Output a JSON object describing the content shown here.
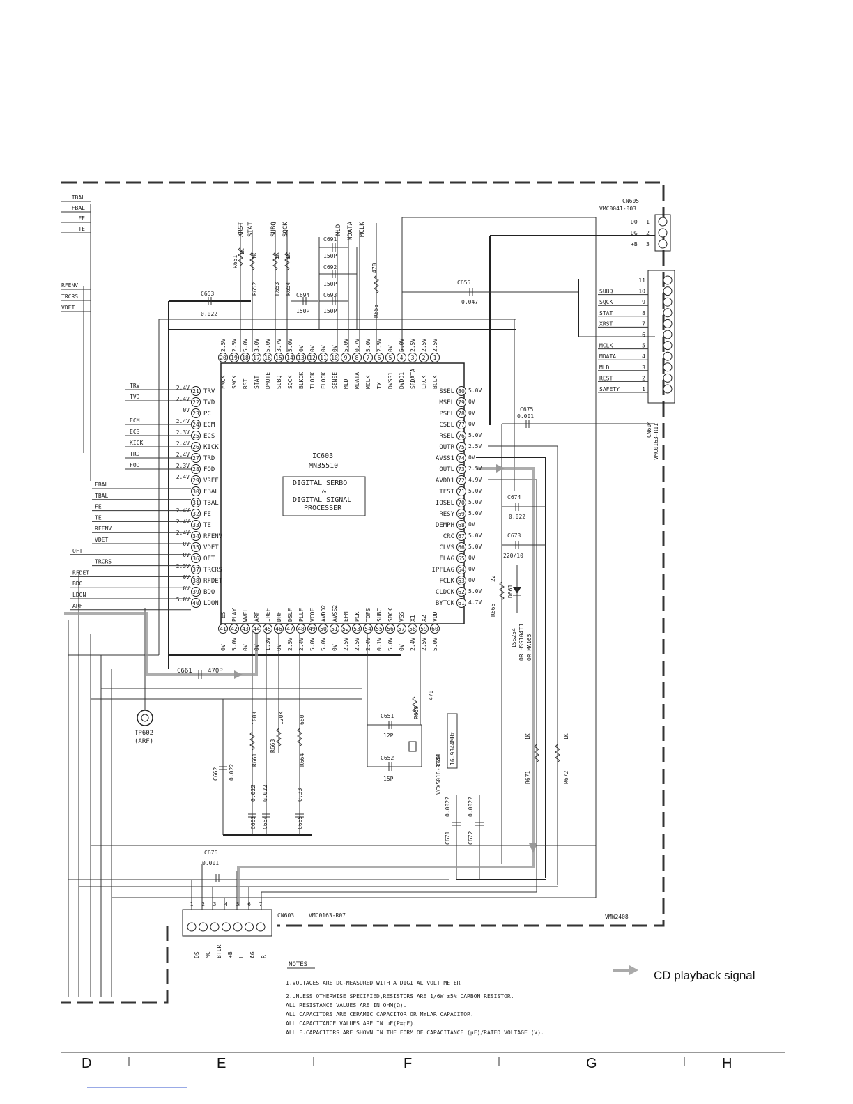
{
  "ic": {
    "ref": "IC603",
    "part": "MN35510",
    "function_lines": [
      "DIGITAL SERBO",
      "&",
      "DIGITAL SIGNAL",
      "PROCESSER"
    ],
    "top_pins": [
      {
        "n": 20,
        "name": "FMCK",
        "v": "2.5V"
      },
      {
        "n": 19,
        "name": "SMCK",
        "v": "2.5V"
      },
      {
        "n": 18,
        "name": "RST",
        "v": "5.0V"
      },
      {
        "n": 17,
        "name": "STAT",
        "v": "3.0V"
      },
      {
        "n": 16,
        "name": "DMUTE",
        "v": "5.0V"
      },
      {
        "n": 15,
        "name": "SUBQ",
        "v": "3.7V"
      },
      {
        "n": 14,
        "name": "SQCK",
        "v": "5.0V"
      },
      {
        "n": 13,
        "name": "BLKCK",
        "v": "0V"
      },
      {
        "n": 12,
        "name": "TLOCK",
        "v": "0V"
      },
      {
        "n": 11,
        "name": "FLOCK",
        "v": "0V"
      },
      {
        "n": 10,
        "name": "SENSE",
        "v": "0V"
      },
      {
        "n": 9,
        "name": "MLD",
        "v": "5.0V"
      },
      {
        "n": 8,
        "name": "MDATA",
        "v": "0.7V"
      },
      {
        "n": 7,
        "name": "MCLK",
        "v": "5.0V"
      },
      {
        "n": 6,
        "name": "TX",
        "v": "2.5V"
      },
      {
        "n": 5,
        "name": "DVSS1",
        "v": "0V"
      },
      {
        "n": 4,
        "name": "DVDD1",
        "v": "5.0V"
      },
      {
        "n": 3,
        "name": "SRDATA",
        "v": "2.5V"
      },
      {
        "n": 2,
        "name": "LRCK",
        "v": "2.5V"
      },
      {
        "n": 1,
        "name": "BCLK",
        "v": "2.5V"
      }
    ],
    "left_pins": [
      {
        "n": 21,
        "name": "TRV",
        "v": "2.4V"
      },
      {
        "n": 22,
        "name": "TVD",
        "v": "2.4V"
      },
      {
        "n": 23,
        "name": "PC",
        "v": "0V"
      },
      {
        "n": 24,
        "name": "ECM",
        "v": "2.4V"
      },
      {
        "n": 25,
        "name": "ECS",
        "v": "2.3V"
      },
      {
        "n": 26,
        "name": "KICK",
        "v": "2.4V"
      },
      {
        "n": 27,
        "name": "TRD",
        "v": "2.4V"
      },
      {
        "n": 28,
        "name": "FOD",
        "v": "2.3V"
      },
      {
        "n": 29,
        "name": "VREF",
        "v": "2.4V"
      },
      {
        "n": 30,
        "name": "FBAL",
        "v": ""
      },
      {
        "n": 31,
        "name": "TBAL",
        "v": ""
      },
      {
        "n": 32,
        "name": "FE",
        "v": "2.4V"
      },
      {
        "n": 33,
        "name": "TE",
        "v": "2.4V"
      },
      {
        "n": 34,
        "name": "RFENV",
        "v": "2.4V"
      },
      {
        "n": 35,
        "name": "VDET",
        "v": "0V"
      },
      {
        "n": 36,
        "name": "OFT",
        "v": "0V"
      },
      {
        "n": 37,
        "name": "TRCRS",
        "v": "2.3V"
      },
      {
        "n": 38,
        "name": "RFDET",
        "v": "0V"
      },
      {
        "n": 39,
        "name": "BDO",
        "v": "0V"
      },
      {
        "n": 40,
        "name": "LDON",
        "v": "5.0V"
      }
    ],
    "right_pins": [
      {
        "n": 80,
        "name": "SSEL",
        "v": "5.0V"
      },
      {
        "n": 79,
        "name": "MSEL",
        "v": "0V"
      },
      {
        "n": 78,
        "name": "PSEL",
        "v": "0V"
      },
      {
        "n": 77,
        "name": "CSEL",
        "v": "0V"
      },
      {
        "n": 76,
        "name": "RSEL",
        "v": "5.0V"
      },
      {
        "n": 75,
        "name": "OUTR",
        "v": "2.5V"
      },
      {
        "n": 74,
        "name": "AVSS1",
        "v": "0V"
      },
      {
        "n": 73,
        "name": "OUTL",
        "v": "2.5V"
      },
      {
        "n": 72,
        "name": "AVDD1",
        "v": "4.9V"
      },
      {
        "n": 71,
        "name": "TEST",
        "v": "5.0V"
      },
      {
        "n": 70,
        "name": "IOSEL",
        "v": "5.0V"
      },
      {
        "n": 69,
        "name": "RESY",
        "v": "5.0V"
      },
      {
        "n": 68,
        "name": "DEMPH",
        "v": "0V"
      },
      {
        "n": 67,
        "name": "CRC",
        "v": "5.0V"
      },
      {
        "n": 66,
        "name": "CLVS",
        "v": "5.0V"
      },
      {
        "n": 65,
        "name": "FLAG",
        "v": "0V"
      },
      {
        "n": 64,
        "name": "IPFLAG",
        "v": "0V"
      },
      {
        "n": 63,
        "name": "FCLK",
        "v": "0V"
      },
      {
        "n": 62,
        "name": "CLDCK",
        "v": "5.0V"
      },
      {
        "n": 61,
        "name": "BYTCK",
        "v": "4.7V"
      }
    ],
    "bottom_pins": [
      {
        "n": 41,
        "name": "TES",
        "v": "0V"
      },
      {
        "n": 42,
        "name": "PLAY",
        "v": "5.0V"
      },
      {
        "n": 43,
        "name": "WVEL",
        "v": "0V"
      },
      {
        "n": 44,
        "name": "ARF",
        "v": "0V"
      },
      {
        "n": 45,
        "name": "IREF",
        "v": "1.3V"
      },
      {
        "n": 46,
        "name": "DRF",
        "v": "0V"
      },
      {
        "n": 47,
        "name": "DSLF",
        "v": "2.5V"
      },
      {
        "n": 48,
        "name": "PLLF",
        "v": "2.4V"
      },
      {
        "n": 49,
        "name": "VCOF",
        "v": "5.0V"
      },
      {
        "n": 50,
        "name": "AVDD2",
        "v": "5.0V"
      },
      {
        "n": 51,
        "name": "AVSS2",
        "v": "0V"
      },
      {
        "n": 52,
        "name": "EFM",
        "v": "2.5V"
      },
      {
        "n": 53,
        "name": "PCK",
        "v": "2.5V"
      },
      {
        "n": 54,
        "name": "TOFS",
        "v": "2.4V"
      },
      {
        "n": 55,
        "name": "SUBC",
        "v": "0.1V"
      },
      {
        "n": 56,
        "name": "SBCK",
        "v": "5.0V"
      },
      {
        "n": 57,
        "name": "VSS",
        "v": "0V"
      },
      {
        "n": 58,
        "name": "X1",
        "v": "2.4V"
      },
      {
        "n": 59,
        "name": "X2",
        "v": "2.5V"
      },
      {
        "n": 60,
        "name": "VDD",
        "v": "5.0V"
      }
    ]
  },
  "left_nets_top": [
    "TBAL",
    "FBAL",
    "FE",
    "TE",
    "RFENV",
    "TRCRS",
    "VDET"
  ],
  "left_nets_mid": [
    "TRV",
    "TVD",
    "ECM",
    "ECS",
    "KICK",
    "TRD",
    "FOD"
  ],
  "left_nets_low": [
    "FBAL",
    "TBAL",
    "FE",
    "TE",
    "RFENV",
    "VDET",
    "OFT",
    "TRCRS",
    "RFDET",
    "BDO",
    "LDON",
    "ARF"
  ],
  "top_labels": [
    "XRST",
    "STAT",
    "SUBQ",
    "SQCK",
    "MLD",
    "MDATA",
    "MCLK"
  ],
  "components": {
    "R651": "R651",
    "R651v": "1K",
    "R652": "R652",
    "R652v": "1K",
    "R653": "R653",
    "R653v": "1K",
    "R654": "R654",
    "R654v": "1K",
    "R655": "R655",
    "R655v": "470",
    "C691": "C691",
    "C691v": "150P",
    "C692": "C692",
    "C692v": "150P",
    "C693": "C693",
    "C693v": "150P",
    "C694": "C694",
    "C694v": "150P",
    "C653": "C653",
    "C653v": "0.022",
    "C655": "C655",
    "C655v": "0.047",
    "C675": "C675",
    "C675v": "0.001",
    "C674": "C674",
    "C674v": "0.022",
    "C673": "C673",
    "C673v": "220/10",
    "R666": "R666",
    "R666v": "22",
    "D661": "D661",
    "D661alt": [
      "1SS254",
      "OR HSS104TJ",
      "OR MA165"
    ],
    "C661": "C661",
    "C661v": "470P",
    "TP602": "TP602",
    "TP602sub": "(ARF)",
    "R659": "R659",
    "R659v": "470",
    "C651": "C651",
    "C651v": "12P",
    "C652": "C652",
    "C652v": "15P",
    "X651": "X651",
    "X651part": "VCX5016-934V",
    "X651freq": "16.9344MHz",
    "R661": "R661",
    "R661v": "100K",
    "R663": "R663",
    "R663v": "120K",
    "R664": "R664",
    "R664v": "680",
    "C662": "C662",
    "C662v": "0.022",
    "C663": "C663",
    "C663v": "0.022",
    "C664": "C664",
    "C664v": "0.022",
    "C665": "C665",
    "C665v": "0.33",
    "C671": "C671",
    "C671v": "0.0022",
    "C672": "C672",
    "C672v": "0.0022",
    "R671": "R671",
    "R671v": "1K",
    "R672": "R672",
    "R672v": "1K",
    "C676": "C676",
    "C676v": "0.001"
  },
  "cn605": {
    "ref": "CN605",
    "part": "VMC0041-003",
    "pins": [
      {
        "n": "1",
        "name": "DO"
      },
      {
        "n": "2",
        "name": "DG"
      },
      {
        "n": "3",
        "name": "+B"
      }
    ]
  },
  "cn604": {
    "ref": "CN604",
    "part": "VMC0163-R11",
    "pins": [
      {
        "n": "11",
        "name": ""
      },
      {
        "n": "10",
        "name": "SUBQ"
      },
      {
        "n": "9",
        "name": "SQCK"
      },
      {
        "n": "8",
        "name": "STAT"
      },
      {
        "n": "7",
        "name": "XRST"
      },
      {
        "n": "6",
        "name": ""
      },
      {
        "n": "5",
        "name": "MCLK"
      },
      {
        "n": "4",
        "name": "MDATA"
      },
      {
        "n": "3",
        "name": "MLD"
      },
      {
        "n": "2",
        "name": "REST"
      },
      {
        "n": "1",
        "name": "SAFETY"
      }
    ]
  },
  "cn603": {
    "ref": "CN603",
    "part": "VMC0163-R07",
    "pins": [
      "1",
      "2",
      "3",
      "4",
      "5",
      "6",
      "7"
    ],
    "names": [
      "DS",
      "MC",
      "BTLR",
      "+B",
      "L",
      "AG",
      "R"
    ]
  },
  "board_code": "VMW2408",
  "notes": {
    "title": "NOTES",
    "lines": [
      "1.VOLTAGES ARE DC-MEASURED WITH A DIGITAL VOLT METER",
      "2.UNLESS OTHERWISE SPECIFIED,RESISTORS ARE 1/6W ±5% CARBON RESISTOR.",
      "  ALL RESISTANCE VALUES ARE IN OHM(Ω).",
      "  ALL CAPACITORS ARE CERAMIC CAPACITOR OR MYLAR CAPACITOR.",
      "  ALL CAPACITANCE VALUES ARE IN µF(P=pF).",
      "  ALL E.CAPACITORS ARE SHOWN IN THE FORM OF CAPACITANCE (µF)/RATED VOLTAGE (V)."
    ]
  },
  "legend": {
    "label": "CD playback signal"
  },
  "grid_columns": [
    "D",
    "E",
    "F",
    "G",
    "H"
  ]
}
